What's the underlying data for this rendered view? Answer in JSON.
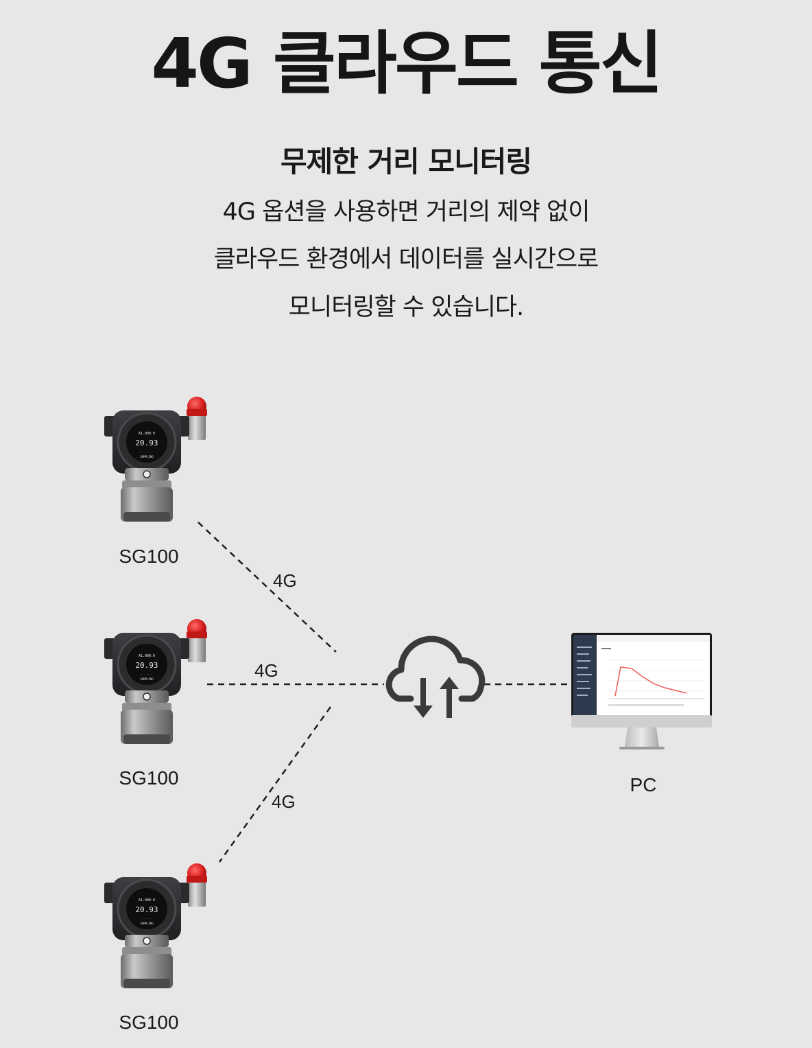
{
  "header": {
    "title": "4G 클라우드 통신",
    "subtitle": "무제한 거리 모니터링",
    "description_lines": [
      "4G 옵션을 사용하면 거리의 제약 없이",
      "클라우드 환경에서 데이터를 실시간으로",
      "모니터링할 수 있습니다."
    ]
  },
  "devices": [
    {
      "label": "SG100",
      "screen_value": "20.93",
      "icon": "gas-detector-icon"
    },
    {
      "label": "SG100",
      "screen_value": "20.93",
      "icon": "gas-detector-icon"
    },
    {
      "label": "SG100",
      "screen_value": "20.93",
      "icon": "gas-detector-icon"
    }
  ],
  "links": [
    {
      "label": "4G"
    },
    {
      "label": "4G"
    },
    {
      "label": "4G"
    }
  ],
  "cloud": {
    "icon": "cloud-upload-download-icon"
  },
  "pc": {
    "label": "PC",
    "icon": "desktop-monitor-icon"
  },
  "colors": {
    "background": "#e7e7e7",
    "text": "#161616",
    "beacon": "#d81e1e",
    "screen_chart_line": "#ef5b5b"
  }
}
